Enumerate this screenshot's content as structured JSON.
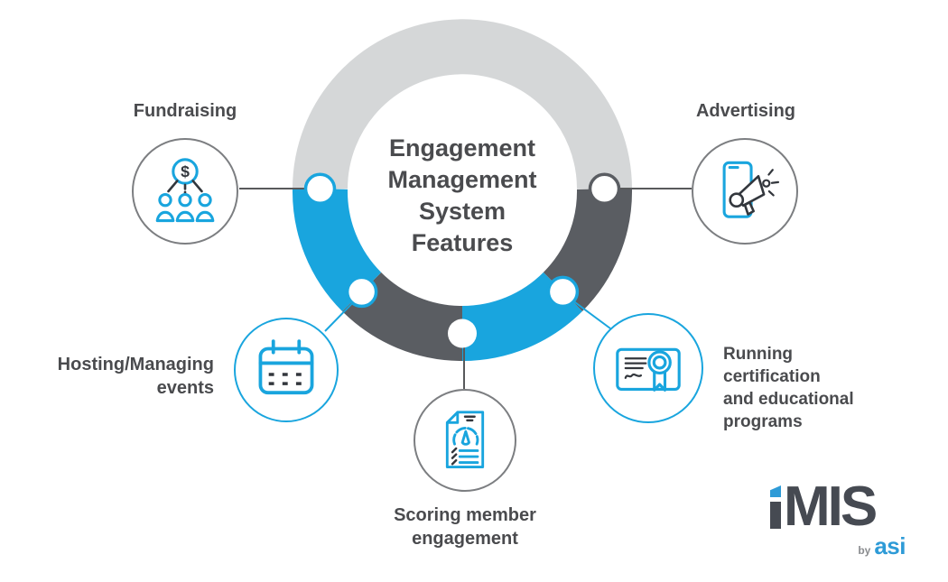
{
  "title": {
    "text": "Engagement Management System Features",
    "lines": [
      "Engagement",
      "Management",
      "System",
      "Features"
    ]
  },
  "donut": {
    "segments": [
      {
        "position": "top",
        "color_name": "light-gray"
      },
      {
        "position": "right",
        "color_name": "dark-gray"
      },
      {
        "position": "bottom-right",
        "color_name": "blue"
      },
      {
        "position": "bottom-left",
        "color_name": "dark-gray"
      },
      {
        "position": "left",
        "color_name": "blue"
      }
    ],
    "junction_dots": [
      {
        "position": "left",
        "border": "blue"
      },
      {
        "position": "right",
        "border": "dark-gray"
      },
      {
        "position": "bottom-left",
        "border": "blue"
      },
      {
        "position": "bottom",
        "border": "none"
      },
      {
        "position": "bottom-right",
        "border": "blue"
      }
    ]
  },
  "features": [
    {
      "id": "fundraising",
      "label": "Fundraising",
      "lines": [
        "Fundraising"
      ],
      "icon": "fundraising-icon",
      "circle_border": "gray"
    },
    {
      "id": "advertising",
      "label": "Advertising",
      "lines": [
        "Advertising"
      ],
      "icon": "megaphone-tablet-icon",
      "circle_border": "gray"
    },
    {
      "id": "hosting-events",
      "label": "Hosting/Managing events",
      "lines": [
        "Hosting/Managing",
        "events"
      ],
      "icon": "calendar-icon",
      "circle_border": "blue"
    },
    {
      "id": "scoring-engagement",
      "label": "Scoring member engagement",
      "lines": [
        "Scoring member",
        "engagement"
      ],
      "icon": "engagement-score-icon",
      "circle_border": "gray"
    },
    {
      "id": "certification-programs",
      "label": "Running certification and educational programs",
      "lines": [
        "Running",
        "certification",
        "and educational",
        "programs"
      ],
      "icon": "certificate-icon",
      "circle_border": "blue"
    }
  ],
  "logo": {
    "brand": "iMIS",
    "brand_text": "MIS",
    "by": "by",
    "company": "asi"
  },
  "colors": {
    "blue": "#19A5DE",
    "darkGray": "#5A5D62",
    "lightGray": "#D5D7D8",
    "text": "#4A4B4E",
    "circleGray": "#7C7E81",
    "connectorGray": "#58595B",
    "iconDark": "#33373D",
    "logoDark": "#464A52",
    "logoBlue": "#2E9BD7"
  }
}
